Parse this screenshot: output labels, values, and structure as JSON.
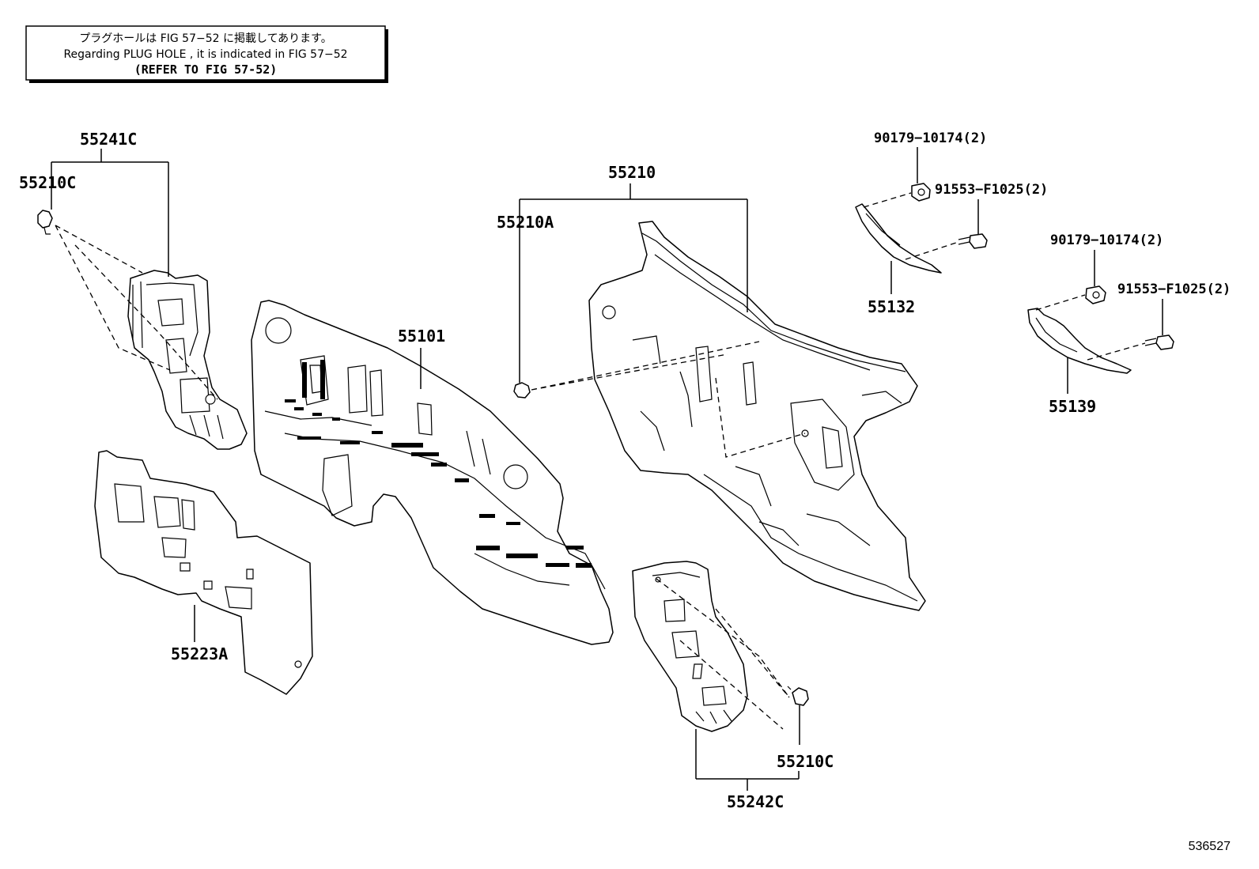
{
  "note": {
    "line_ja": "プラグホールは FIG 57−52 に掲載してあります。",
    "line_en": "Regarding  PLUG  HOLE , it is indicated in FIG  57−52",
    "line_ref": "(REFER TO FIG 57-52)"
  },
  "labels": {
    "p55241C": "55241C",
    "p55210C_top": "55210C",
    "p55223A": "55223A",
    "p55101": "55101",
    "p55210": "55210",
    "p55210A": "55210A",
    "p90179_a": "90179−10174(2)",
    "p91553_a": "91553−F1025(2)",
    "p55132": "55132",
    "p90179_b": "90179−10174(2)",
    "p91553_b": "91553−F1025(2)",
    "p55139": "55139",
    "p55210C_bottom": "55210C",
    "p55242C": "55242C"
  },
  "figure_id": "536527"
}
